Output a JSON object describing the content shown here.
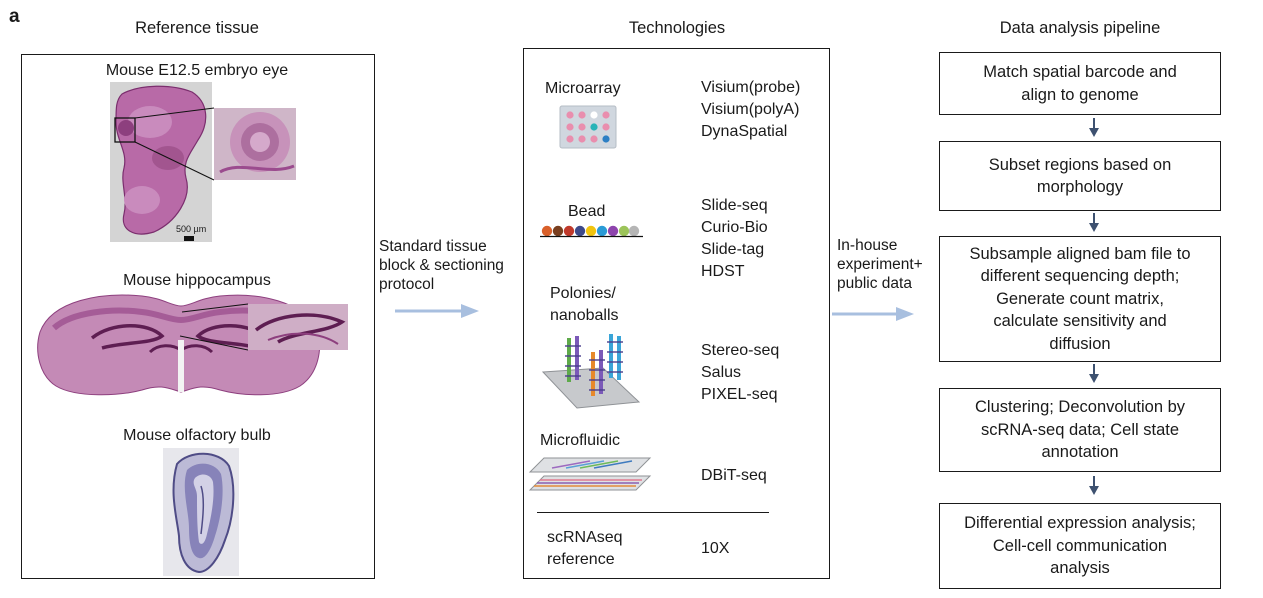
{
  "panel_letter": "a",
  "sections": {
    "reference": "Reference tissue",
    "technologies": "Technologies",
    "pipeline": "Data analysis pipeline"
  },
  "reference": {
    "tissue1": "Mouse E12.5 embryo eye",
    "scale_bar": "500 µm",
    "tissue2": "Mouse hippocampus",
    "tissue3": "Mouse olfactory bulb"
  },
  "flow1": {
    "line1": "Standard tissue",
    "line2": "block & sectioning",
    "line3": "protocol"
  },
  "flow2": {
    "line1": "In-house",
    "line2": "experiment+",
    "line3": "public data"
  },
  "technologies": {
    "microarray": {
      "label": "Microarray",
      "items": [
        "Visium(probe)",
        "Visium(polyA)",
        "DynaSpatial"
      ]
    },
    "bead": {
      "label": "Bead",
      "items": [
        "Slide-seq",
        "Curio-Bio",
        "Slide-tag",
        "HDST"
      ]
    },
    "polonies": {
      "label_line1": "Polonies/",
      "label_line2": "nanoballs",
      "items": [
        "Stereo-seq",
        "Salus",
        "PIXEL-seq"
      ]
    },
    "microfluidic": {
      "label": "Microfluidic",
      "items": [
        "DBiT-seq"
      ]
    },
    "scrna": {
      "label_line1": "scRNAseq",
      "label_line2": "reference",
      "items": [
        "10X"
      ]
    }
  },
  "pipeline": {
    "steps": [
      [
        "Match spatial barcode and",
        "align to genome"
      ],
      [
        "Subset regions based on",
        "morphology"
      ],
      [
        "Subsample aligned bam file to",
        "different sequencing depth;",
        "Generate count matrix,",
        "calculate sensitivity and",
        "diffusion"
      ],
      [
        "Clustering; Deconvolution by",
        "scRNA-seq data; Cell state",
        "annotation"
      ],
      [
        "Differential expression analysis;",
        "Cell-cell communication",
        "analysis"
      ]
    ]
  },
  "colors": {
    "flow_arrow": "#a8bfdf",
    "pipeline_arrow": "#3d5170",
    "stain_purple": "#9b4b8e",
    "stain_light": "#d9a6cc"
  }
}
